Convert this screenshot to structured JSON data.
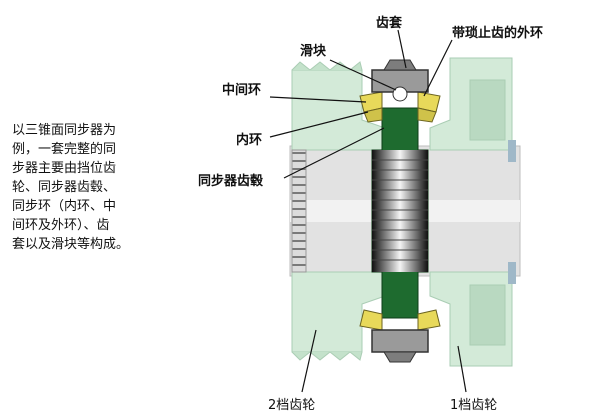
{
  "description": "以三锥面同步器为\n例，一套完整的同\n步器主要由挡位齿\n轮、同步器齿毂、\n同步环（内环、中\n间环及外环）、齿\n套以及滑块等构成。",
  "labels": {
    "sleeve": "齿套",
    "slider": "滑块",
    "outer_ring": "带琐止齿的外环",
    "middle_ring": "中间环",
    "inner_ring": "内环",
    "hub": "同步器齿毂",
    "gear2": "2档齿轮",
    "gear1": "1档齿轮"
  },
  "colors": {
    "gear_light": "#d3ead8",
    "gear_mid": "#b9d9c1",
    "shaft": "#e2e2e2",
    "hub_green": "#1e6b2f",
    "ring_yellow": "#e8d95a",
    "sleeve_gray": "#9a9a9a"
  }
}
